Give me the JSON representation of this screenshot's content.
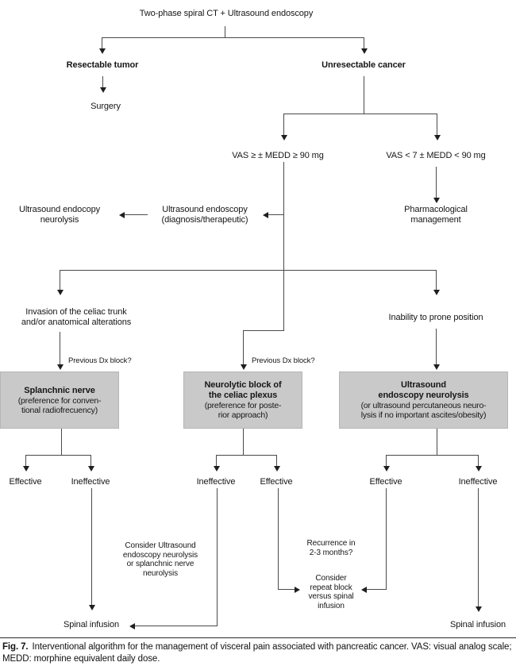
{
  "nodes": {
    "root": "Two-phase spiral CT + Ultrasound endoscopy",
    "resectable": "Resectable tumor",
    "unresectable": "Unresectable cancer",
    "surgery": "Surgery",
    "vas_high": "VAS ≥ ± MEDD ≥ 90 mg",
    "vas_low": "VAS < 7 ± MEDD < 90 mg",
    "pharmacological": "Pharmacological\nmanagement",
    "us_endoscopy": "Ultrasound endoscopy\n(diagnosis/therapeutic)",
    "us_endoscopy_neurolysis": "Ultrasound endocopy\nneurolysis",
    "invasion": "Invasion of the celiac trunk\nand/or anatomical alterations",
    "inability": "Inability to prone position",
    "previous_dx_left": "Previous Dx block?",
    "previous_dx_mid": "Previous Dx block?",
    "spinal_infusion_left": "Spinal infusion",
    "spinal_infusion_right": "Spinal infusion"
  },
  "boxes": {
    "splanchnic": {
      "title": "Splanchnic nerve",
      "subtitle": "(preference for conven-\ntional radiofrecuency)"
    },
    "neurolytic": {
      "title": "Neurolytic block of\nthe celiac plexus",
      "subtitle": "(preference for poste-\nrior approach)"
    },
    "ultrasound": {
      "title": "Ultrasound\nendoscopy neurolysis",
      "subtitle": "(or ultrasound percutaneous neuro-\nlysis if no important ascites/obesity)"
    }
  },
  "outcomes": {
    "splanchnic_left": "Effective",
    "splanchnic_right": "Ineffective",
    "neurolytic_left": "Ineffective",
    "neurolytic_right": "Effective",
    "ultrasound_left": "Effective",
    "ultrasound_right": "Ineffective"
  },
  "annotations": {
    "consider_us": "Consider Ultrasound\nendoscopy neurolysis\nor splanchnic nerve\nneurolysis",
    "recurrence": "Recurrence in\n2-3 months?",
    "consider_repeat": "Consider\nrepeat block\nversus spinal\ninfusion"
  },
  "caption": {
    "label": "Fig. 7.",
    "text": "Interventional algorithm for the management of visceral pain associated with pancreatic cancer. VAS: visual analog scale; MEDD: morphine equivalent daily dose."
  },
  "colors": {
    "box_fill": "#c9c9c9",
    "line": "#4a4a4a",
    "arrowhead": "#1f1f1f",
    "text": "#161616"
  }
}
